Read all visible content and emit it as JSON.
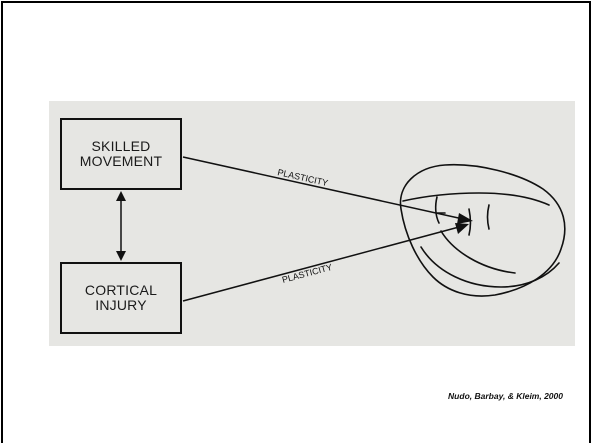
{
  "figure": {
    "box_top_label": "SKILLED\nMOVEMENT",
    "box_bottom_label": "CORTICAL\nINJURY",
    "arrow_top_label": "PLASTICITY",
    "arrow_bottom_label": "PLASTICITY"
  },
  "citation": "Nudo, Barbay, & Kleim, 2000"
}
